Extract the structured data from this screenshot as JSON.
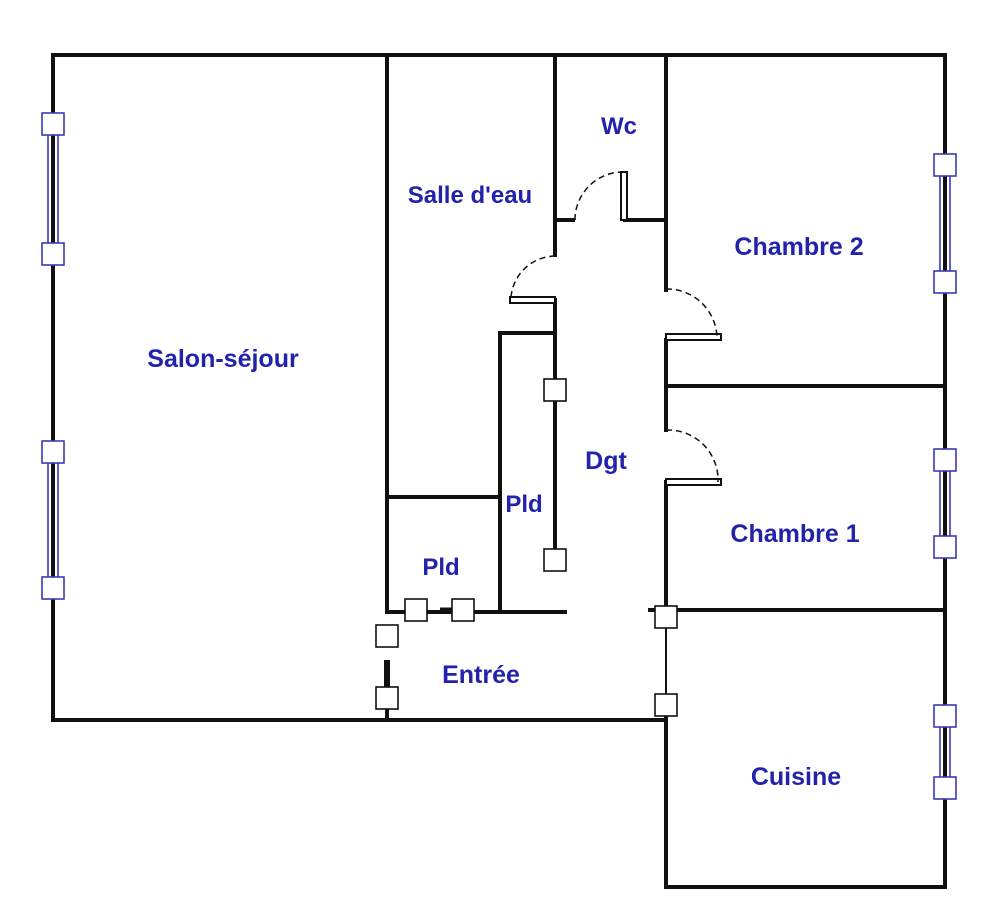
{
  "rooms": {
    "salon": "Salon-séjour",
    "salle_eau": "Salle d'eau",
    "wc": "Wc",
    "chambre2": "Chambre 2",
    "dgt": "Dgt",
    "pld_right": "Pld",
    "pld_left": "Pld",
    "chambre1": "Chambre 1",
    "entree": "Entrée",
    "cuisine": "Cuisine"
  },
  "colors": {
    "wall": "#111111",
    "label": "#2222aa",
    "window": "#3b3bb5"
  }
}
